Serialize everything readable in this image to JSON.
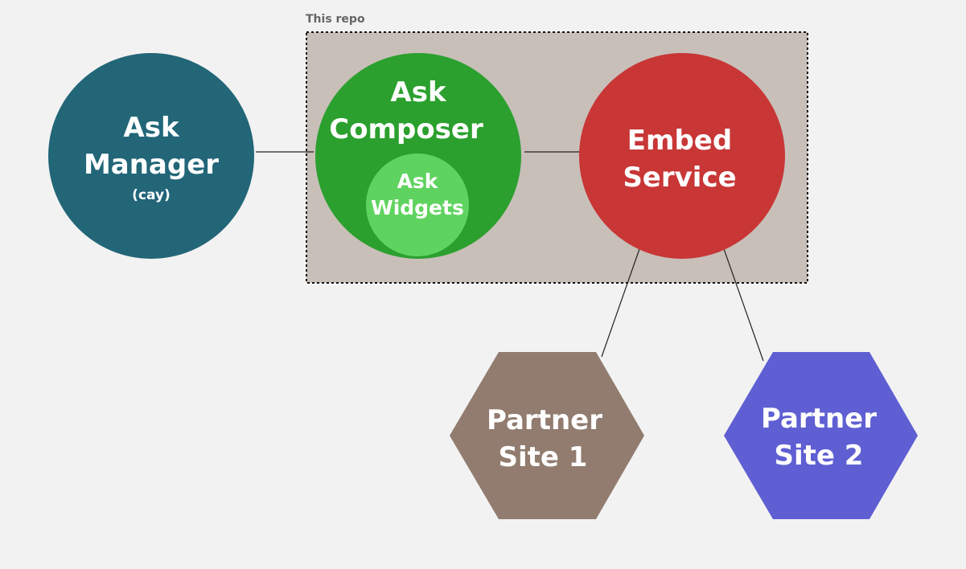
{
  "repo_group": {
    "label": "This repo",
    "fill_color": "#c8bfb9"
  },
  "nodes": {
    "ask_manager": {
      "line1": "Ask",
      "line2": "Manager",
      "note": "(cay)",
      "color": "#226678"
    },
    "ask_composer": {
      "line1": "Ask",
      "line2": "Composer",
      "color": "#2ba02e"
    },
    "ask_widgets": {
      "line1": "Ask",
      "line2": "Widgets",
      "color": "#5fd35f"
    },
    "embed_service": {
      "line1": "Embed",
      "line2": "Service",
      "color": "#c83636"
    },
    "partner_site_1": {
      "line1": "Partner",
      "line2": "Site 1",
      "color": "#917c6f"
    },
    "partner_site_2": {
      "line1": "Partner",
      "line2": "Site 2",
      "color": "#5f5fd3"
    }
  }
}
